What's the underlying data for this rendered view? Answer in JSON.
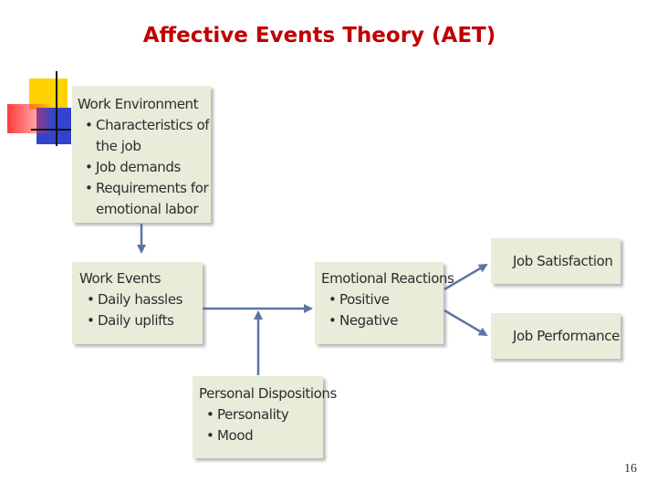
{
  "title": "Affective Events Theory (AET)",
  "work_environment": {
    "heading": "Work Environment",
    "items": [
      "Characteristics of the job",
      "Job demands",
      "Requirements for emotional labor"
    ]
  },
  "work_events": {
    "heading": "Work Events",
    "items": [
      "Daily hassles",
      "Daily uplifts"
    ]
  },
  "emotional_reactions": {
    "heading": "Emotional Reactions",
    "items": [
      "Positive",
      "Negative"
    ]
  },
  "personal_dispositions": {
    "heading": "Personal Dispositions",
    "items": [
      "Personality",
      "Mood"
    ]
  },
  "job_satisfaction": "Job Satisfaction",
  "job_performance": "Job Performance",
  "page_number": "16",
  "colors": {
    "title": "#c00000",
    "box_fill": "#e9ecd9",
    "arrow": "#5a75a3",
    "deco_yellow": "#ffd200",
    "deco_blue": "#3344cc",
    "deco_red": "#ff3030"
  }
}
